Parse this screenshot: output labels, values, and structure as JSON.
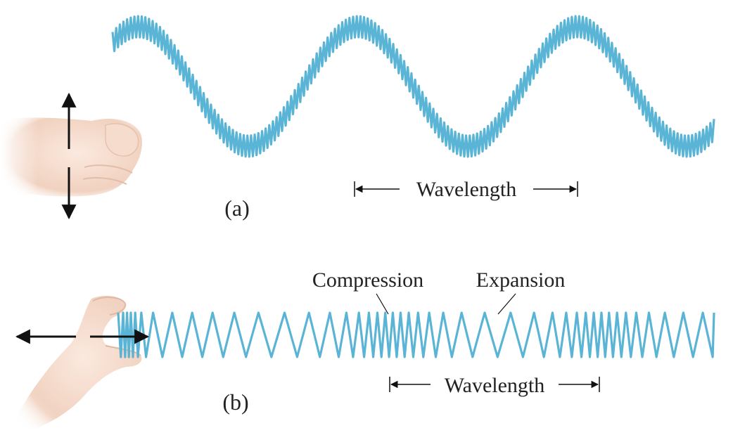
{
  "panel_a": {
    "label": "(a)",
    "wavelength_label": "Wavelength",
    "motion": "transverse"
  },
  "panel_b": {
    "label": "(b)",
    "wavelength_label": "Wavelength",
    "compression_label": "Compression",
    "expansion_label": "Expansion",
    "motion": "longitudinal"
  },
  "colors": {
    "spring": "#5ab4d6",
    "spring_dark": "#3f9cc2",
    "skin": "#f3d6c6",
    "skin_shadow": "#e2b8a4",
    "arrow": "#111111",
    "text": "#222222"
  },
  "icons": [
    "hand-icon",
    "double-arrow-vertical-icon",
    "double-arrow-horizontal-icon"
  ]
}
